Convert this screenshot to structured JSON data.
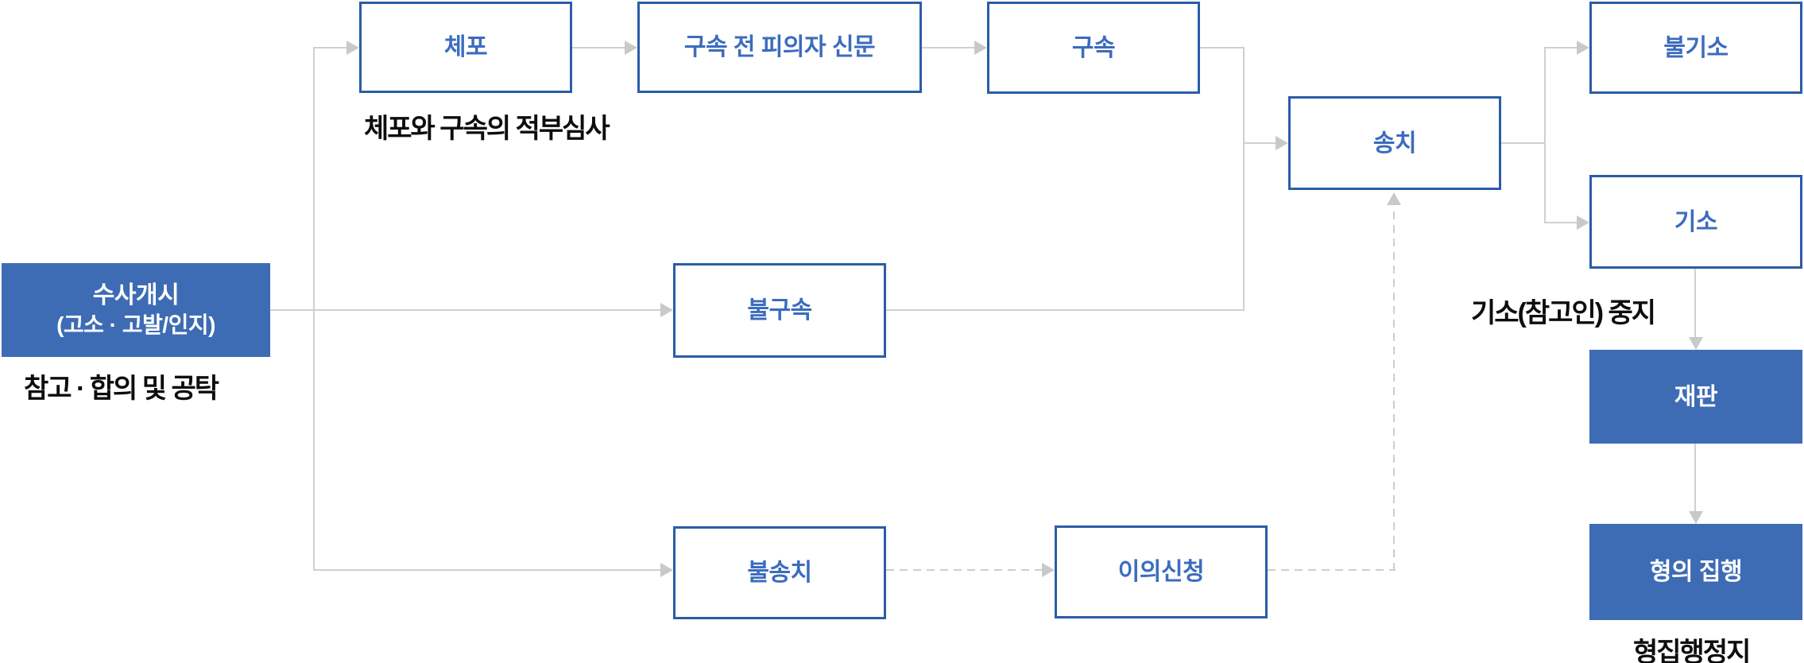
{
  "nodes": {
    "investigation_start": {
      "line1": "수사개시",
      "line2": "(고소 · 고발/인지)"
    },
    "arrest": {
      "label": "체포"
    },
    "pre_detention_interrogation": {
      "label": "구속 전 피의자 신문"
    },
    "detention": {
      "label": "구속"
    },
    "referral": {
      "label": "송치"
    },
    "non_detention": {
      "label": "불구속"
    },
    "non_referral": {
      "label": "불송치"
    },
    "objection": {
      "label": "이의신청"
    },
    "non_indictment": {
      "label": "불기소"
    },
    "indictment": {
      "label": "기소"
    },
    "trial": {
      "label": "재판"
    },
    "sentence_execution": {
      "label": "형의 집행"
    }
  },
  "annotations": {
    "arrest_detention_review": "체포와 구속의 적부심사",
    "settlement_and_deposit": "참고 · 합의 및 공탁",
    "indictment_witness_suspension": "기소(참고인) 중지",
    "execution_suspension": "형집행정지"
  },
  "colors": {
    "filled_box_bg": "#3d6cb4",
    "filled_box_text": "#ffffff",
    "outline_box_border": "#2b5ca8",
    "outline_box_text": "#3c6cbe",
    "connector_gray": "#d0d0d0",
    "annotation_text": "#0d0d0d"
  }
}
